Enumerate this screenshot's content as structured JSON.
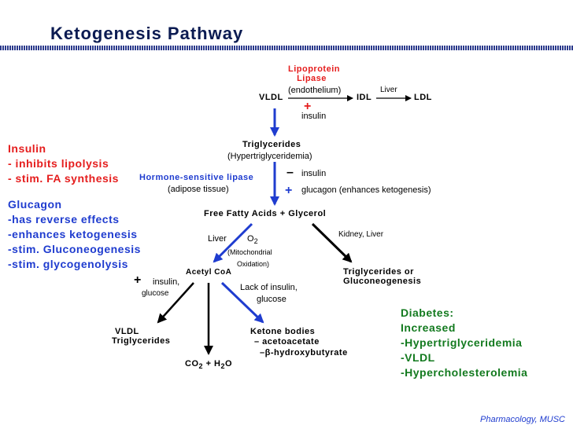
{
  "title": "Ketogenesis Pathway",
  "top": {
    "lipoprotein_1": "Lipoprotein",
    "lipoprotein_2": "Lipase",
    "endothelium": "(endothelium)",
    "vldl": "VLDL",
    "idl": "IDL",
    "liver": "Liver",
    "ldl": "LDL",
    "plus": "+",
    "insulin": "insulin"
  },
  "middle": {
    "triglycerides": "Triglycerides",
    "hypertrig": "(Hypertriglyceridemia)",
    "hsl": "Hormone-sensitive lipase",
    "adipose": "(adipose tissue)",
    "minus": "–",
    "insulin": "insulin",
    "plus": "+",
    "glucagon": "glucagon  (enhances ketogenesis)",
    "ffa": "Free Fatty Acids  +  Glycerol",
    "kidney_liver": "Kidney, Liver",
    "liver": "Liver",
    "o2_o": "O",
    "o2_sub": "2",
    "mito": "(Mitochondrial",
    "oxidation": "Oxidation)",
    "acetyl": "Acetyl CoA",
    "trig_or": "Triglycerides or",
    "gluconeo": "Gluconeogenesis",
    "plus2": "+",
    "insulin2": "insulin,",
    "glucose2": "glucose",
    "lack1": "Lack of insulin,",
    "lack2": "glucose"
  },
  "bottom": {
    "vldl": "VLDL",
    "trig": "Triglycerides",
    "co2_co": "CO",
    "co2_sub": "2",
    "co2_plus": "+ H",
    "h2o_sub": "2",
    "h2o_o": "O",
    "ketone": "Ketone bodies",
    "acetoacetate": "– acetoacetate",
    "hydroxy": "–β-hydroxybutyrate"
  },
  "left_panel": {
    "insulin_heading": "Insulin",
    "insulin_items": [
      "- inhibits lipolysis",
      "- stim. FA synthesis"
    ],
    "glucagon_heading": "Glucagon",
    "glucagon_items": [
      "-has reverse effects",
      "-enhances ketogenesis",
      "-stim. Gluconeogenesis",
      "-stim. glycogenolysis"
    ]
  },
  "diabetes_panel": {
    "lines": [
      "Diabetes:",
      "Increased",
      "-Hypertriglyceridemia",
      "-VLDL",
      "-Hypercholesterolemia"
    ]
  },
  "footer": "Pharmacology, MUSC",
  "colors": {
    "title": "#0b1b52",
    "red": "#e51d1d",
    "blue": "#1f3ccf",
    "green": "#137a1f",
    "black": "#000000"
  }
}
